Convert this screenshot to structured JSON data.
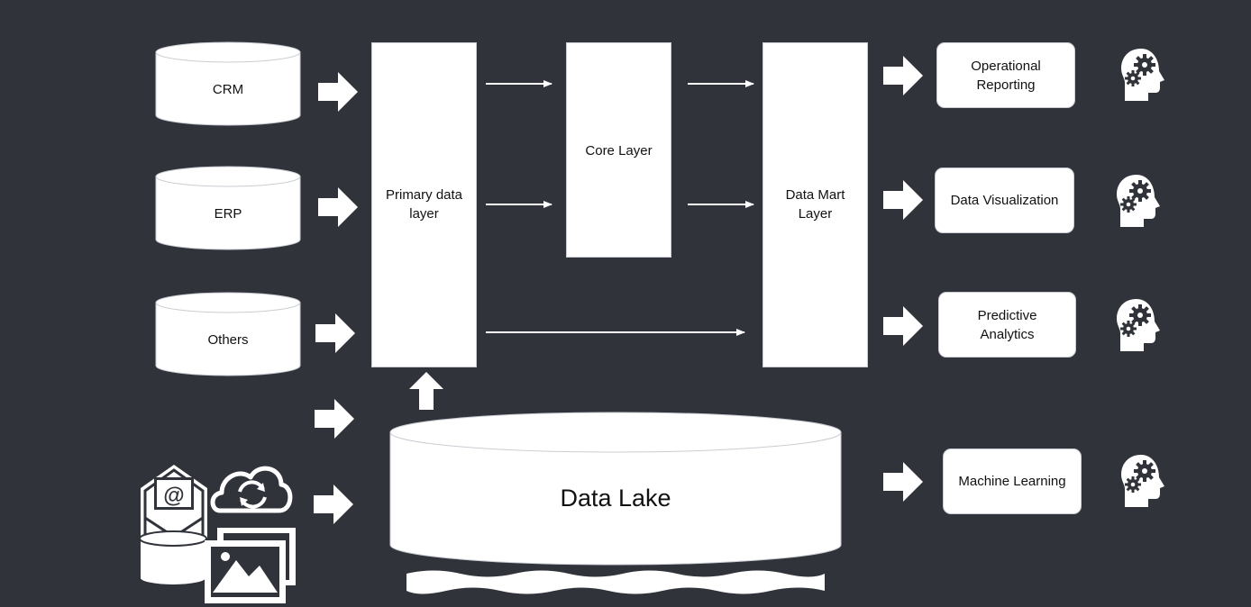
{
  "sources": [
    {
      "label": "CRM",
      "icon": "database-icon"
    },
    {
      "label": "ERP",
      "icon": "database-icon"
    },
    {
      "label": "Others",
      "icon": "database-icon"
    }
  ],
  "layers": {
    "primary": "Primary data\nlayer",
    "core": "Core Layer",
    "datamart": "Data Mart\nLayer"
  },
  "lake": {
    "label": "Data Lake",
    "icon": "data-lake-cylinder-icon"
  },
  "unstructured_icons": [
    "email-icon",
    "cloud-sync-icon",
    "database-icon",
    "image-gallery-icon"
  ],
  "outputs": [
    {
      "label": "Operational\nReporting",
      "icon": "head-gears-icon"
    },
    {
      "label": "Data Visualization",
      "icon": "head-gears-icon"
    },
    {
      "label": "Predictive\nAnalytics",
      "icon": "head-gears-icon"
    },
    {
      "label": "Machine Learning",
      "icon": "head-gears-icon"
    }
  ],
  "colors": {
    "background": "#30333a",
    "foreground": "#ffffff",
    "text": "#111111"
  }
}
